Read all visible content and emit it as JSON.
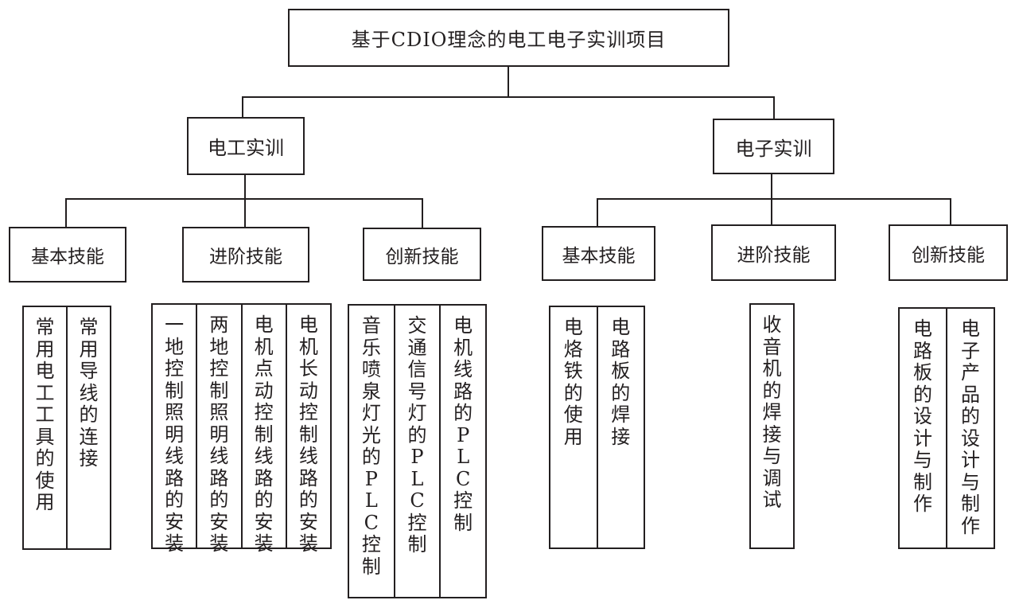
{
  "root": {
    "label": "基于CDIO理念的电工电子实训项目"
  },
  "branches": [
    {
      "label": "电工实训",
      "groups": [
        {
          "label": "基本技能",
          "items": [
            "常用电工工具的使用",
            "常用导线的连接"
          ]
        },
        {
          "label": "进阶技能",
          "items": [
            "一地控制照明线路的安装",
            "两地控制照明线路的安装",
            "电机点动控制线路的安装",
            "电机长动控制线路的安装"
          ]
        },
        {
          "label": "创新技能",
          "items": [
            "音乐喷泉灯光的PLC控制",
            "交通信号灯的PLC控制",
            "电机线路的PLC控制"
          ]
        }
      ]
    },
    {
      "label": "电子实训",
      "groups": [
        {
          "label": "基本技能",
          "items": [
            "电烙铁的使用",
            "电路板的焊接"
          ]
        },
        {
          "label": "进阶技能",
          "items": [
            "收音机的焊接与调试"
          ]
        },
        {
          "label": "创新技能",
          "items": [
            "电路板的设计与制作",
            "电子产品的设计与制作"
          ]
        }
      ]
    }
  ]
}
